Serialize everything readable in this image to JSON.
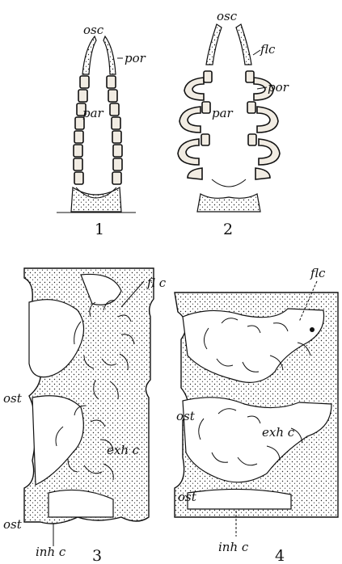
{
  "figures": [
    {
      "id": "1",
      "number": "1",
      "labels": {
        "osc": "osc",
        "por": "por",
        "par": "par"
      }
    },
    {
      "id": "2",
      "number": "2",
      "labels": {
        "osc": "osc",
        "flc": "flc",
        "por": "por",
        "par": "par"
      }
    },
    {
      "id": "3",
      "number": "3",
      "labels": {
        "flc": "fl c",
        "ost_upper": "ost",
        "exhc": "exh c",
        "ost_lower": "ost",
        "inhc": "inh c"
      }
    },
    {
      "id": "4",
      "number": "4",
      "labels": {
        "flc": "flc",
        "ost_upper": "ost",
        "exhc": "exh c",
        "ost_lower": "ost",
        "inhc": "inh c"
      }
    }
  ],
  "colors": {
    "ink": "#111111",
    "background": "#ffffff",
    "stipple": "#f1ece3"
  }
}
